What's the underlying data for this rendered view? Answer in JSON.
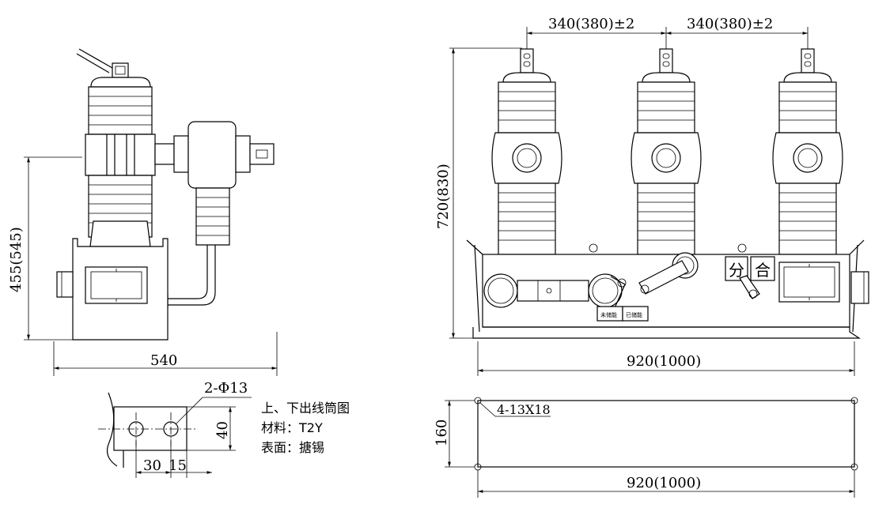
{
  "dimensions": {
    "side_width": "540",
    "side_height": "455(545)",
    "phase_spacing_left": "340(380)±2",
    "phase_spacing_right": "340(380)±2",
    "front_height": "720(830)",
    "front_width": "920(1000)",
    "base_width": "920(1000)",
    "base_depth": "160",
    "base_holes": "4-13X18",
    "terminal_holes": "2-Φ13",
    "terminal_height": "40",
    "terminal_pitch": "30",
    "terminal_edge": "15"
  },
  "notes": {
    "line1": "上、下出线筒图",
    "line2": "材料：T2Y",
    "line3": "表面：搪锡"
  },
  "panel_labels": {
    "open": "分",
    "close": "合",
    "plate_left": "未储能",
    "plate_right": "已储能"
  }
}
